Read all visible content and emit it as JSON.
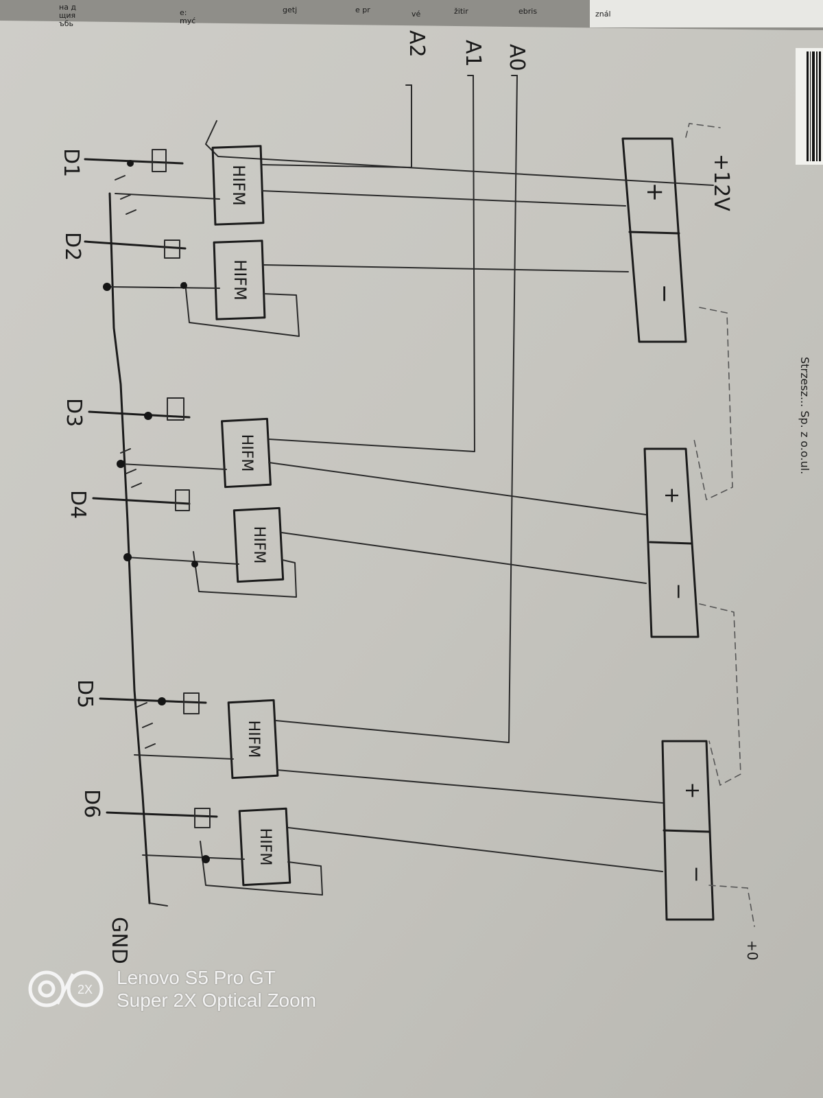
{
  "colors": {
    "paper": "#c9c8c2",
    "ink": "#1b1b1b",
    "margin": "#8f8e89"
  },
  "diagram": {
    "label_power": "+12V",
    "label_gnd": "GND",
    "label_corner": "+0",
    "inputs": [
      "A0",
      "A1",
      "A2"
    ],
    "outputs": [
      "D1",
      "D2",
      "D3",
      "D4",
      "D5",
      "D6"
    ],
    "module_label": "HIFM",
    "plus_sign": "+",
    "minus_sign": "−",
    "footer_fragment": "Strzesz... Sp. z o.o.ul."
  },
  "edge_snippets": [
    "на д",
    "щия",
    "ъбь",
    "e:",
    "myć",
    "getj",
    "e pr",
    "vé",
    "žitir",
    "ebris",
    "znál"
  ],
  "watermark": {
    "device": "Lenovo S5 Pro GT",
    "feature": "Super 2X Optical Zoom",
    "logo_badge": "2X",
    "icon": "dual-lens-camera-icon"
  }
}
